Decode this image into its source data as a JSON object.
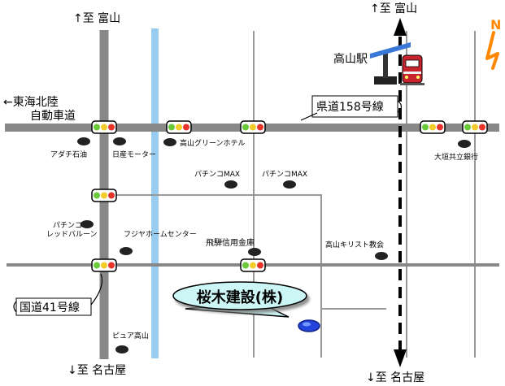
{
  "directions": {
    "north_top_left": "↑至 富山",
    "north_top_right": "↑至 富山",
    "south_bottom_left": "↓至 名古屋",
    "south_bottom_right": "↓至 名古屋",
    "expressway_line1": "←東海北陸",
    "expressway_line2": "自動車道"
  },
  "compass": {
    "letter": "N"
  },
  "station": {
    "label": "高山駅"
  },
  "roads": {
    "prefectural": "県道158号線",
    "national": "国道41号線"
  },
  "landmarks": {
    "adachi": "アダチ石油",
    "nissan": "日産モーター",
    "green_hotel": "高山グリーンホテル",
    "ogaki_bank": "大垣共立銀行",
    "pachinko_max_1": "パチンコMAX",
    "pachinko_max_2": "パチンコMAX",
    "pachinko_red_balloon_1": "パチンコ",
    "pachinko_red_balloon_2": "レッドバルーン",
    "fujiya": "フジヤホームセンター",
    "hida_shinkin": "飛騨信用金庫",
    "church": "高山キリスト教会",
    "pure": "ピュア高山"
  },
  "destination": {
    "label": "桜木建設(株)"
  },
  "colors": {
    "road": "#888888",
    "river": "#99ccee",
    "destination_fill": "#ccf5f5",
    "destination_marker": "#2244dd",
    "compass": "#ff8800"
  }
}
